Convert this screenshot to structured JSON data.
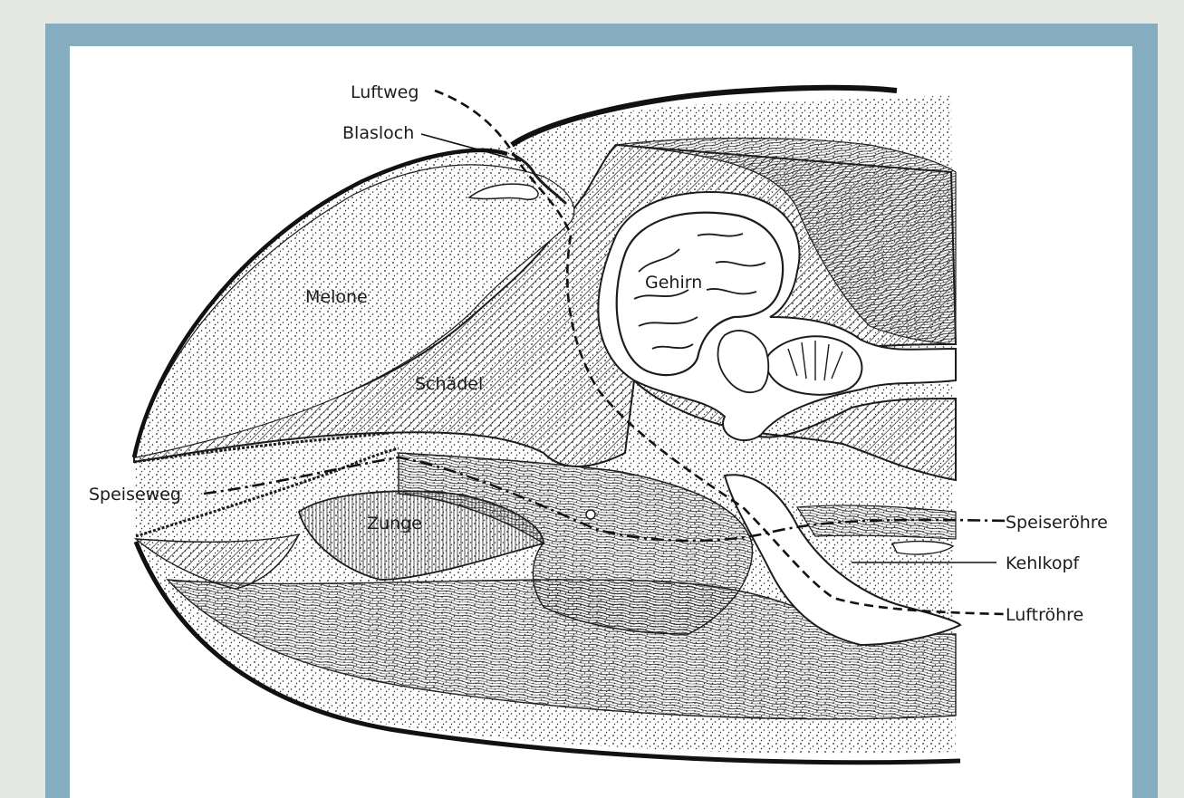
{
  "labels": {
    "luftweg": "Luftweg",
    "blasloch": "Blasloch",
    "melone": "Melone",
    "gehirn": "Gehirn",
    "schaedel": "Schädel",
    "speiseweg": "Speiseweg",
    "zunge": "Zunge",
    "speiseroehre": "Speiseröhre",
    "kehlkopf": "Kehlkopf",
    "luftroehre": "Luftröhre"
  },
  "colors": {
    "frame": "#86adbf",
    "background": "#e6e8e3",
    "ink": "#1c1c1c"
  }
}
